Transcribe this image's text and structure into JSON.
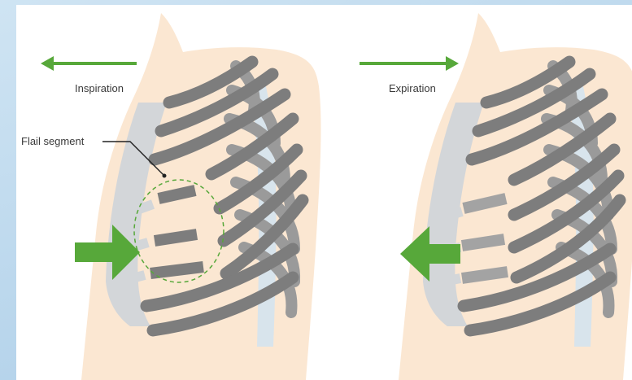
{
  "labels": {
    "inspiration": "Inspiration",
    "expiration": "Expiration",
    "flail_segment": "Flail segment"
  },
  "colors": {
    "skin": "#fbe7d2",
    "rib": "#7d7d7d",
    "rib_shadow": "#5f5f5f",
    "cartilage": "#d3d6d9",
    "flail_rib": "#a3a3a3",
    "arrow": "#57a83a",
    "lung": "#cfe3f2",
    "background_tint": "#bcd7ec"
  },
  "panels": [
    {
      "name": "inspiration",
      "chest_motion": "left",
      "flail_motion": "inward"
    },
    {
      "name": "expiration",
      "chest_motion": "right",
      "flail_motion": "outward"
    }
  ]
}
